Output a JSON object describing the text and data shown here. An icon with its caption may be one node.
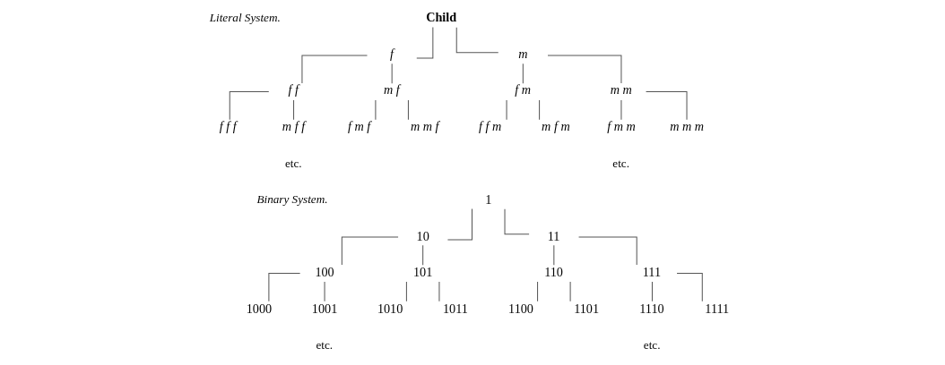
{
  "diagram": {
    "nodes": [
      {
        "text": [
          "Child"
        ]
      },
      {
        "text": [
          "f"
        ]
      },
      {
        "text": [
          "m"
        ]
      },
      {
        "text": [
          "f f"
        ]
      },
      {
        "text": [
          "m f"
        ]
      },
      {
        "text": [
          "f m"
        ]
      },
      {
        "text": [
          "m m"
        ]
      },
      {
        "text": [
          "f f f"
        ]
      },
      {
        "text": [
          "m f f"
        ]
      },
      {
        "text": [
          "f m f"
        ]
      },
      {
        "text": [
          "m m f"
        ]
      },
      {
        "text": [
          "f f m"
        ]
      },
      {
        "text": [
          "m f m"
        ]
      },
      {
        "text": [
          "f m m"
        ]
      },
      {
        "text": [
          "m m m"
        ]
      },
      {
        "text": [
          "1"
        ]
      },
      {
        "text": [
          "10"
        ]
      },
      {
        "text": [
          "11"
        ]
      },
      {
        "text": [
          "100"
        ]
      },
      {
        "text": [
          "101"
        ]
      },
      {
        "text": [
          "110"
        ]
      },
      {
        "text": [
          "111"
        ]
      },
      {
        "text": [
          "1000"
        ]
      },
      {
        "text": [
          "1001"
        ]
      },
      {
        "text": [
          "1010"
        ]
      },
      {
        "text": [
          "1011"
        ]
      },
      {
        "text": [
          "1100"
        ]
      },
      {
        "text": [
          "1101"
        ]
      },
      {
        "text": [
          "1110"
        ]
      },
      {
        "text": [
          "1111"
        ]
      }
    ],
    "edges": [
      {
        "from": 0,
        "to": 1,
        "arrow": "none"
      },
      {
        "from": 0,
        "to": 2,
        "arrow": "none"
      },
      {
        "from": 1,
        "to": 3,
        "arrow": "none"
      },
      {
        "from": 1,
        "to": 4,
        "arrow": "none"
      },
      {
        "from": 2,
        "to": 5,
        "arrow": "none"
      },
      {
        "from": 2,
        "to": 6,
        "arrow": "none"
      },
      {
        "from": 3,
        "to": 7,
        "arrow": "none"
      },
      {
        "from": 3,
        "to": 8,
        "arrow": "none"
      },
      {
        "from": 4,
        "to": 9,
        "arrow": "none"
      },
      {
        "from": 4,
        "to": 10,
        "arrow": "none"
      },
      {
        "from": 5,
        "to": 11,
        "arrow": "none"
      },
      {
        "from": 5,
        "to": 12,
        "arrow": "none"
      },
      {
        "from": 6,
        "to": 13,
        "arrow": "none"
      },
      {
        "from": 6,
        "to": 14,
        "arrow": "none"
      },
      {
        "from": 15,
        "to": 16,
        "arrow": "none"
      },
      {
        "from": 15,
        "to": 17,
        "arrow": "none"
      },
      {
        "from": 16,
        "to": 18,
        "arrow": "none"
      },
      {
        "from": 16,
        "to": 19,
        "arrow": "none"
      },
      {
        "from": 17,
        "to": 20,
        "arrow": "none"
      },
      {
        "from": 17,
        "to": 21,
        "arrow": "none"
      },
      {
        "from": 18,
        "to": 22,
        "arrow": "none"
      },
      {
        "from": 18,
        "to": 23,
        "arrow": "none"
      },
      {
        "from": 19,
        "to": 24,
        "arrow": "none"
      },
      {
        "from": 19,
        "to": 25,
        "arrow": "none"
      },
      {
        "from": 20,
        "to": 26,
        "arrow": "none"
      },
      {
        "from": 20,
        "to": 27,
        "arrow": "none"
      },
      {
        "from": 21,
        "to": 28,
        "arrow": "none"
      },
      {
        "from": 21,
        "to": 29,
        "arrow": "none"
      }
    ],
    "labels": [
      "Literal System.",
      "etc.",
      "etc.",
      "Binary System.",
      "etc.",
      "etc."
    ]
  }
}
